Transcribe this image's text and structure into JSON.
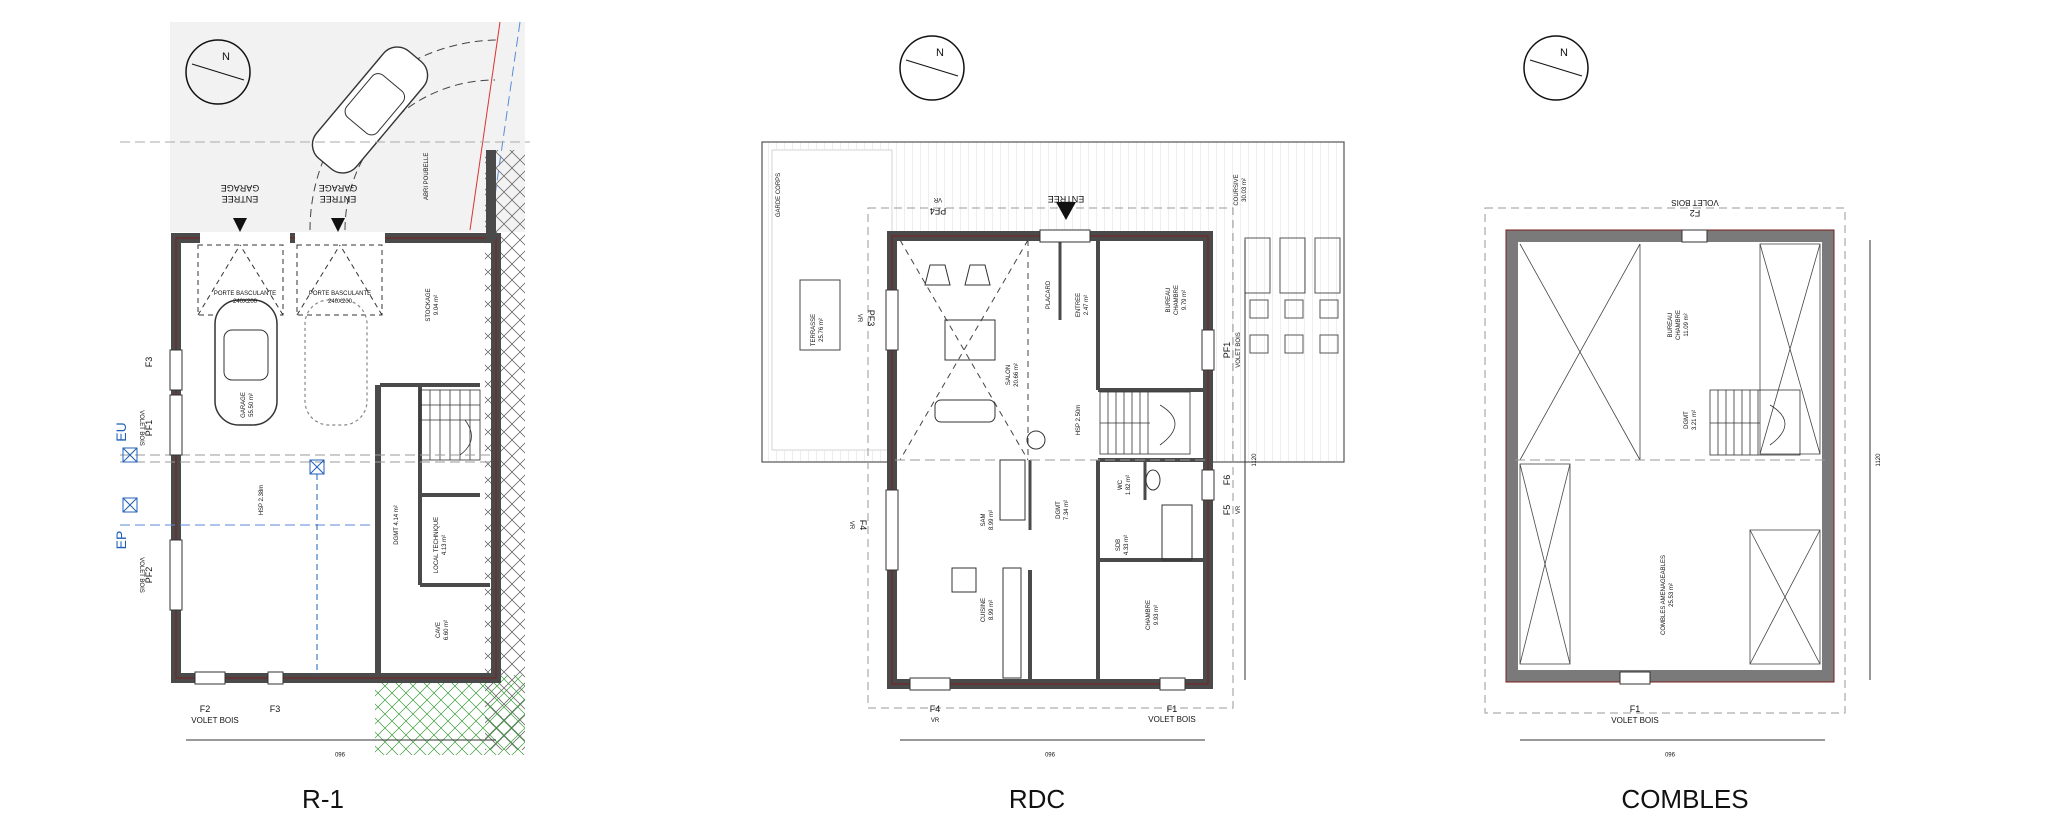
{
  "titles": {
    "r1": "R-1",
    "rdc": "RDC",
    "combles": "COMBLES"
  },
  "r1": {
    "entree_garage_1": "ENTREE",
    "entree_garage_1b": "GARAGE",
    "entree_garage_2": "ENTREE",
    "entree_garage_2b": "GARAGE",
    "abri_poubelle": "ABRI POUBELLE",
    "porte_basculante_1": "PORTE BASCULANTE",
    "porte_basculante_2": "PORTE BASCULANTE",
    "porte_dim": "240X200",
    "garage": "GARAGE",
    "garage_area": "55.50 m²",
    "stockage": "STOCKAGE",
    "stockage_area": "9.04 m²",
    "hsp": "HSP 2.38m",
    "dgmt": "DGMT 4.14 m²",
    "local_technique": "LOCAL TECHNIQUE",
    "local_technique_area": "4.13 m²",
    "cave": "CAVE",
    "cave_area": "6.60 m²",
    "f3_left": "F3",
    "pf1": "PF1",
    "volet_bois_pf1": "VOLET BOIS",
    "pf2": "PF2",
    "volet_bois_pf2": "VOLET BOIS",
    "eu": "EU",
    "ep": "EP",
    "f2": "F2",
    "volet_bois_f2": "VOLET BOIS",
    "f3_bottom": "F3",
    "dim": "960"
  },
  "rdc": {
    "entree": "ENTREE",
    "pf4": "PF4",
    "vr_pf4": "VR",
    "garde_corps": "GARDE CORPS",
    "coursive": "COURSIVE",
    "coursive_area": "30.03 m²",
    "terrasse": "TERRASSE",
    "terrasse_area": "25.76 m²",
    "pf3": "PF3",
    "vr_pf3": "VR",
    "salon": "SALON",
    "salon_area": "20.66 m²",
    "placard": "PLACARD",
    "entree_room": "ENTREE",
    "entree_area": "2.47 m²",
    "bureau": "BUREAU",
    "chambre_1": "CHAMBRE",
    "bureau_area": "9.79 m²",
    "pf1": "PF1",
    "volet_bois_pf1": "VOLET BOIS",
    "hsp": "HSP 2.50m",
    "sam": "SAM",
    "sam_area": "8.99 m²",
    "wc": "WC",
    "wc_area": "1.82 m²",
    "dgmt": "DGMT",
    "dgmt_area": "7.34 m²",
    "sdb": "SDB",
    "sdb_area": "4.33 m²",
    "f5": "F5",
    "vr_f5": "VR",
    "f6": "F6",
    "f4_left": "F4",
    "vr_f4_left": "VR",
    "cuisine": "CUISINE",
    "cuisine_area": "8.99 m²",
    "chambre_2": "CHAMBRE",
    "chambre_2_area": "9.93 m²",
    "f4": "F4",
    "vr_f4": "VR",
    "f1": "F1",
    "volet_bois_f1": "VOLET BOIS",
    "dim": "960",
    "dim_v": "1120"
  },
  "combles": {
    "f2": "F2",
    "volet_bois_f2": "VOLET BOIS",
    "bureau": "BUREAU",
    "chambre": "CHAMBRE",
    "bureau_area": "11.09 m²",
    "dgmt": "DGMT",
    "dgmt_area": "3.21 m²",
    "combles": "COMBLES AMENAGEABLES",
    "combles_area": "25.53 m²",
    "f1": "F1",
    "volet_bois_f1": "VOLET BOIS",
    "dim": "960",
    "dim_v": "1120"
  },
  "compass": "N",
  "colors": {
    "wall": "#4a4a4a",
    "wall_outline": "#7a1f1f",
    "blue": "#1f5fb8",
    "hatch": "#555555",
    "green": "#4caf50"
  }
}
